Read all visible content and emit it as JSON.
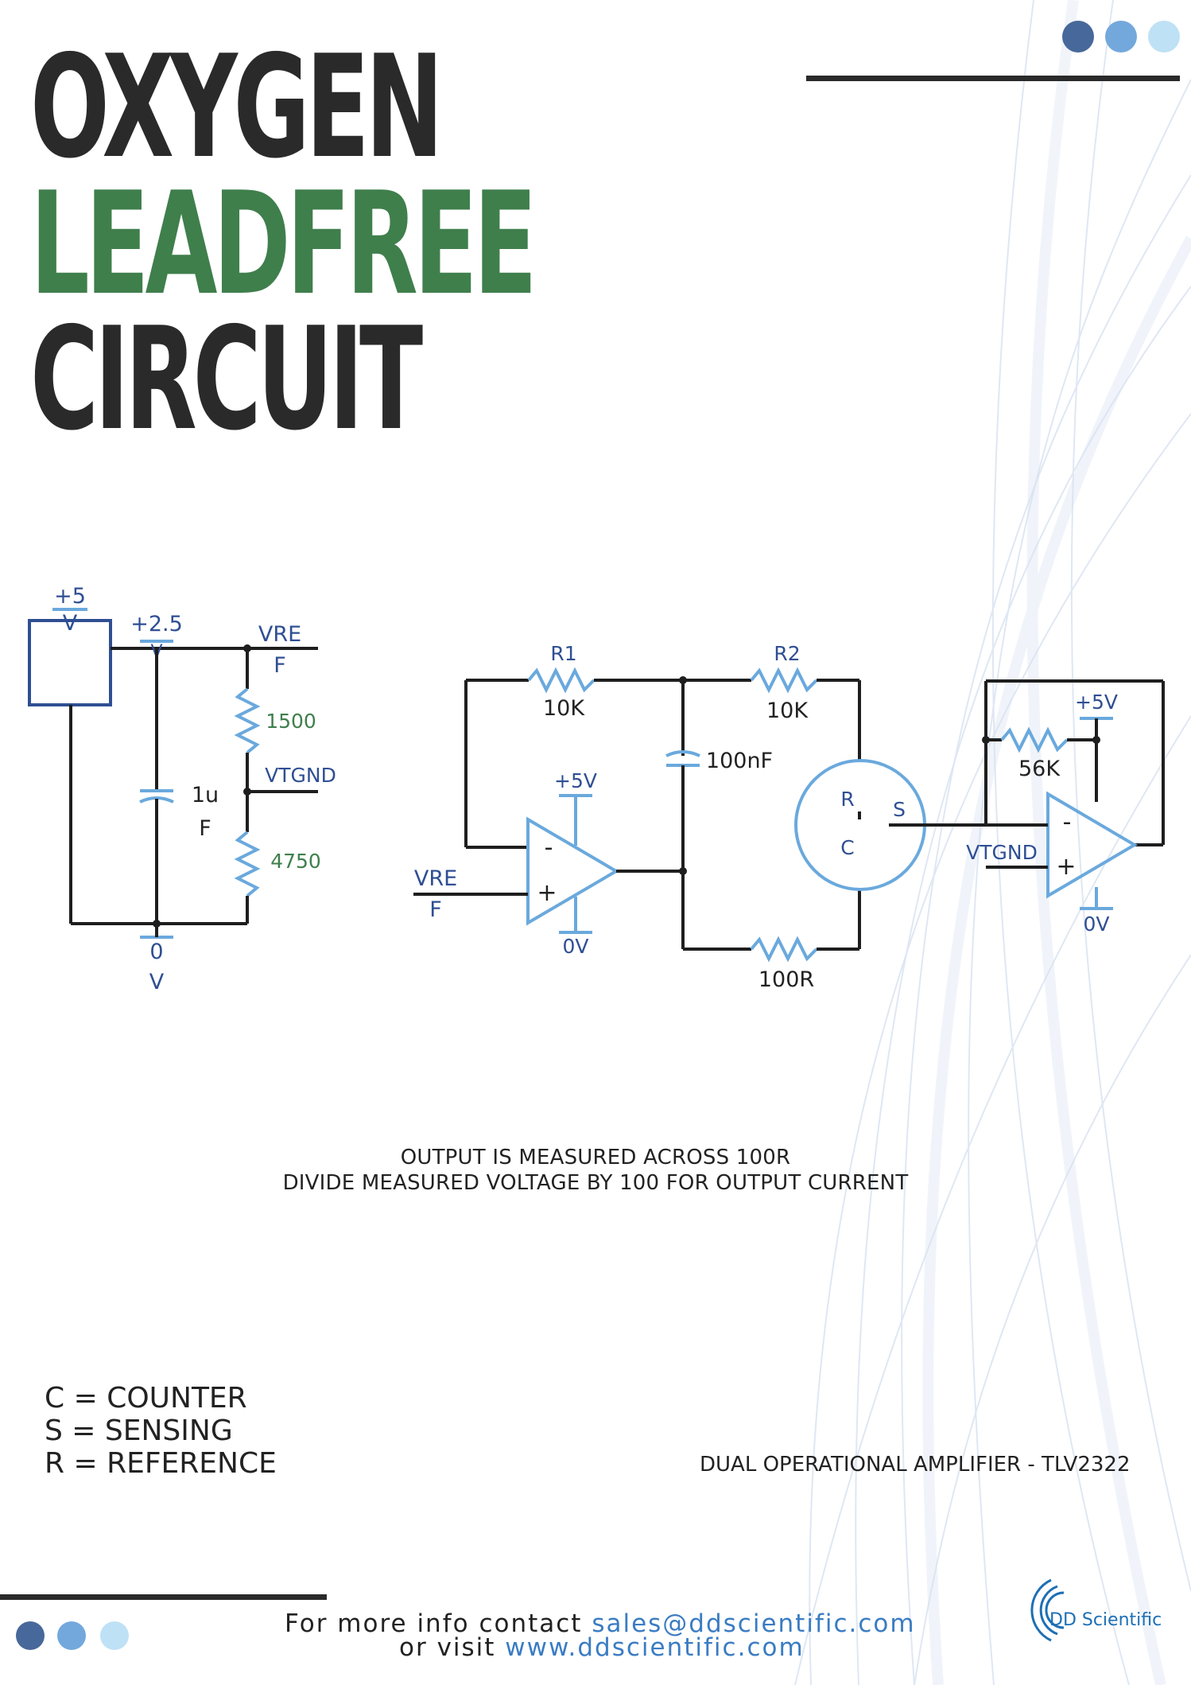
{
  "title": {
    "line1": "OXYGEN",
    "line2": "LEADFREE",
    "line3": "CIRCUIT"
  },
  "colors": {
    "dark": "#2a2a2a",
    "green": "#3f7f4c",
    "blue": "#3a7cc3",
    "wire": "#1e1e1e",
    "component": "#6aa9dd",
    "label_blue": "#2f4f93",
    "label_green": "#3f7f4c",
    "dot1": "#47689a",
    "dot2": "#73a8dd",
    "dot3": "#bfe1f5"
  },
  "schematic": {
    "left": {
      "supply_top_1": "+5",
      "supply_top_2": "V",
      "rail_1": "+2.5",
      "rail_2": "V",
      "vref_1": "VRE",
      "vref_2": "F",
      "r_top": "1500",
      "vtgnd": "VTGND",
      "cap_1": "1u",
      "cap_2": "F",
      "r_bottom": "4750",
      "gnd_1": "0",
      "gnd_2": "V"
    },
    "middle": {
      "r1_name": "R1",
      "r1_value": "10K",
      "r2_name": "R2",
      "r2_value": "10K",
      "cap": "100nF",
      "op_supply": "+5V",
      "op_gnd": "0V",
      "op_minus": "-",
      "op_plus": "+",
      "vref_1": "VRE",
      "vref_2": "F",
      "r_out": "100R",
      "sensor_r": "R",
      "sensor_c": "C",
      "sensor_s": "S"
    },
    "right": {
      "supply": "+5V",
      "r_fb": "56K",
      "vtgnd": "VTGND",
      "gnd": "0V",
      "op_minus": "-",
      "op_plus": "+"
    }
  },
  "notes": {
    "line1": "OUTPUT IS MEASURED ACROSS 100R",
    "line2": "DIVIDE MEASURED VOLTAGE BY 100 FOR OUTPUT CURRENT"
  },
  "legend": {
    "c": "C = COUNTER",
    "s": "S = SENSING",
    "r": "R = REFERENCE"
  },
  "amplifier": "DUAL OPERATIONAL AMPLIFIER - TLV2322",
  "contact": {
    "prefix": "For more info contact ",
    "email": "sales@ddscientific.com",
    "visit_prefix": "or visit ",
    "website": "www.ddscientific.com"
  },
  "logo": {
    "text": "DD Scientific"
  }
}
